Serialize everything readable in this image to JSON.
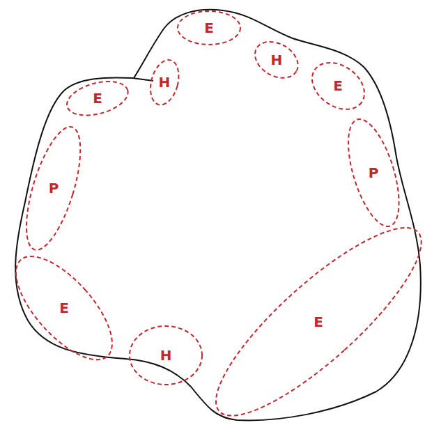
{
  "diagram": {
    "nodes": [
      {
        "text": [
          "E"
        ]
      },
      {
        "text": [
          "E"
        ]
      },
      {
        "text": [
          "H"
        ]
      },
      {
        "text": [
          "H"
        ]
      },
      {
        "text": [
          "E"
        ]
      },
      {
        "text": [
          "P"
        ]
      },
      {
        "text": [
          "P"
        ]
      },
      {
        "text": [
          "E"
        ]
      },
      {
        "text": [
          "H"
        ]
      },
      {
        "text": [
          "E"
        ]
      }
    ]
  }
}
